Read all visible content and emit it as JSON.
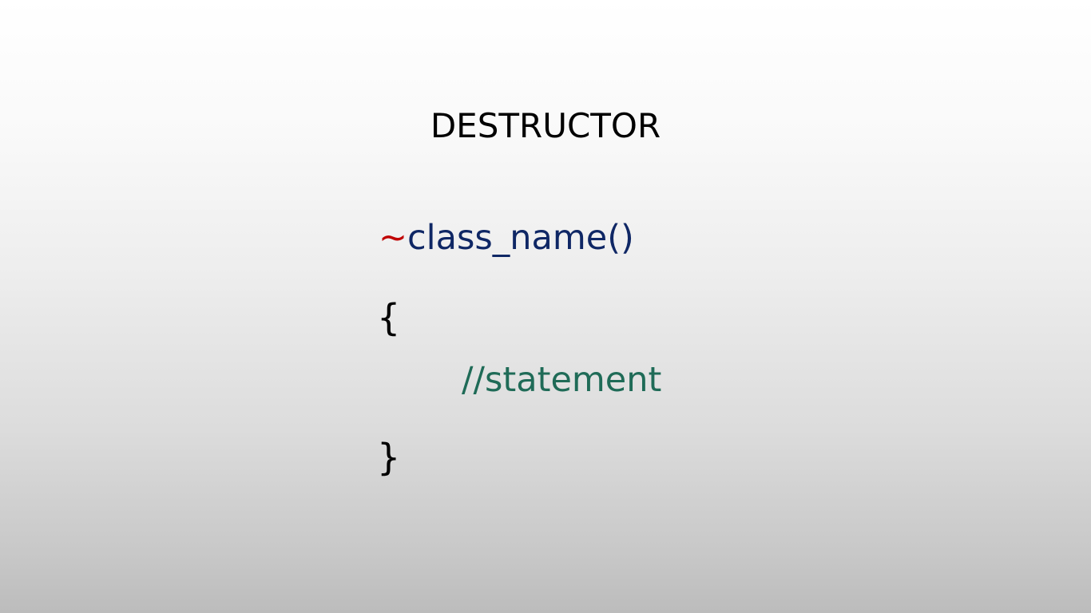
{
  "slide": {
    "title": "DESTRUCTOR",
    "code": {
      "tilde": "~",
      "function_name": "class_name()",
      "open_brace": "{",
      "comment": "//statement",
      "close_brace": "}"
    }
  },
  "colors": {
    "tilde": "#c00000",
    "function_name": "#0f2765",
    "comment": "#1f6b57",
    "text": "#000000"
  }
}
